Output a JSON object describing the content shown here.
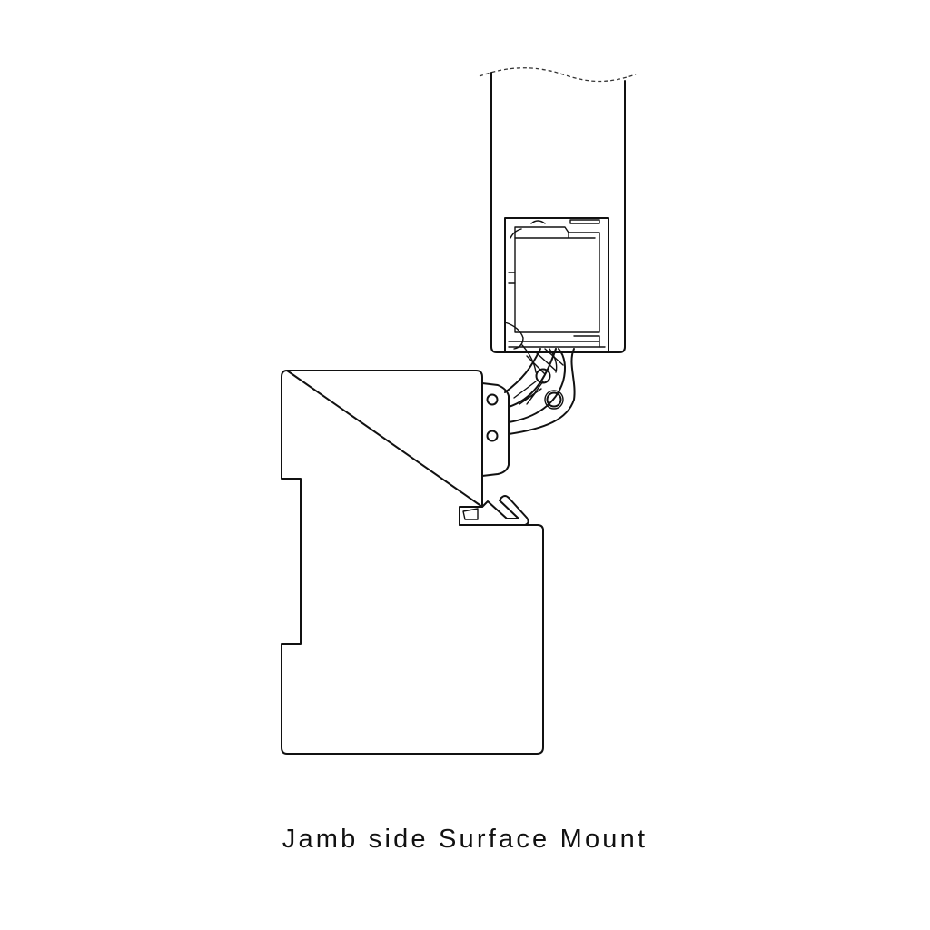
{
  "diagram": {
    "caption": "Jamb side Surface Mount",
    "subject": "concealed-hinge-section",
    "parts": [
      {
        "id": "door-leaf",
        "label": "Door leaf (broken top edge)"
      },
      {
        "id": "hinge-body-pocket",
        "label": "Hinge body mortised in door"
      },
      {
        "id": "hinge-linkage",
        "label": "Hinge arm linkage with pivots"
      },
      {
        "id": "jamb-mount-plate",
        "label": "Surface mount plate with 2 screw holes"
      },
      {
        "id": "weather-seal",
        "label": "Weatherstrip / seal profile"
      },
      {
        "id": "jamb-frame",
        "label": "Jamb frame section"
      }
    ],
    "colors": {
      "line": "#111111",
      "background": "#ffffff"
    }
  }
}
